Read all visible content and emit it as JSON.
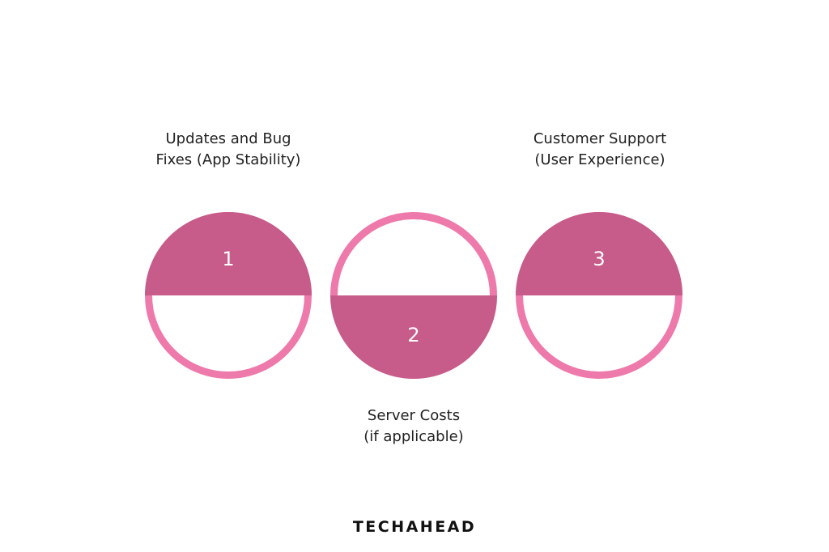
{
  "colors": {
    "fill": "#C75B8A",
    "ring": "#EE7AAB",
    "text": "#222222"
  },
  "steps": [
    {
      "number": "1",
      "label_line1": "Updates and Bug",
      "label_line2": "Fixes (App Stability)",
      "filled_half": "top"
    },
    {
      "number": "2",
      "label_line1": "Server Costs",
      "label_line2": "(if applicable)",
      "filled_half": "bottom"
    },
    {
      "number": "3",
      "label_line1": "Customer Support",
      "label_line2": "(User Experience)",
      "filled_half": "top"
    }
  ],
  "brand": {
    "logo_text": "TECHAHEAD"
  }
}
